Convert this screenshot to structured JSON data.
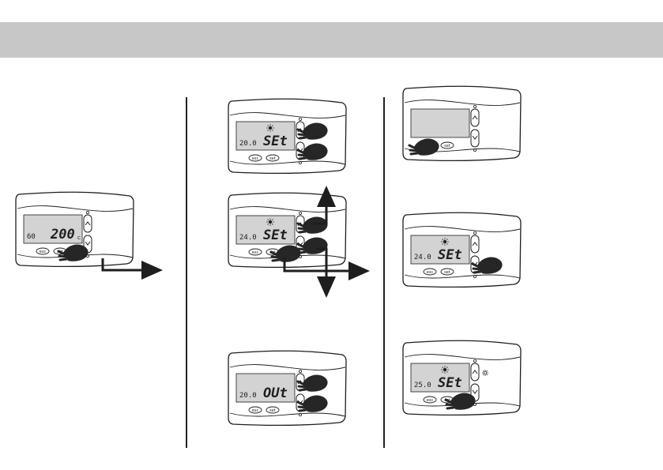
{
  "colors": {
    "band": "#c7c7c7",
    "lcd": "#d3d3d3",
    "line": "#1e1e1e"
  },
  "button_labels": {
    "esc": "esc",
    "set": "set"
  },
  "devices": [
    {
      "id": "initial",
      "left_value": "60",
      "main_text": "200",
      "suffix": "c",
      "sun_icon": false,
      "hands": [
        "set"
      ],
      "lcd_blank": false
    },
    {
      "id": "increase",
      "left_value": "20.0",
      "main_text": "SEt",
      "suffix": "",
      "sun_icon": true,
      "hands": [
        "up",
        "down"
      ],
      "lcd_blank": false
    },
    {
      "id": "set-mode",
      "left_value": "24.0",
      "main_text": "SEt",
      "suffix": "",
      "sun_icon": true,
      "hands": [
        "set",
        "up",
        "down"
      ],
      "lcd_blank": false
    },
    {
      "id": "decrease",
      "left_value": "20.0",
      "main_text": "OUt",
      "suffix": "",
      "sun_icon": false,
      "hands": [
        "up",
        "down"
      ],
      "lcd_blank": false
    },
    {
      "id": "off",
      "left_value": "",
      "main_text": "",
      "suffix": "",
      "sun_icon": false,
      "hands": [
        "esc"
      ],
      "lcd_blank": true
    },
    {
      "id": "adjust",
      "left_value": "24.0",
      "main_text": "SEt",
      "suffix": "",
      "sun_icon": true,
      "hands": [
        "down"
      ],
      "lcd_blank": false
    },
    {
      "id": "confirm",
      "left_value": "25.0",
      "main_text": "SEt",
      "suffix": "",
      "sun_icon": true,
      "hands": [
        "set"
      ],
      "lcd_blank": false,
      "side_sun": true
    }
  ]
}
